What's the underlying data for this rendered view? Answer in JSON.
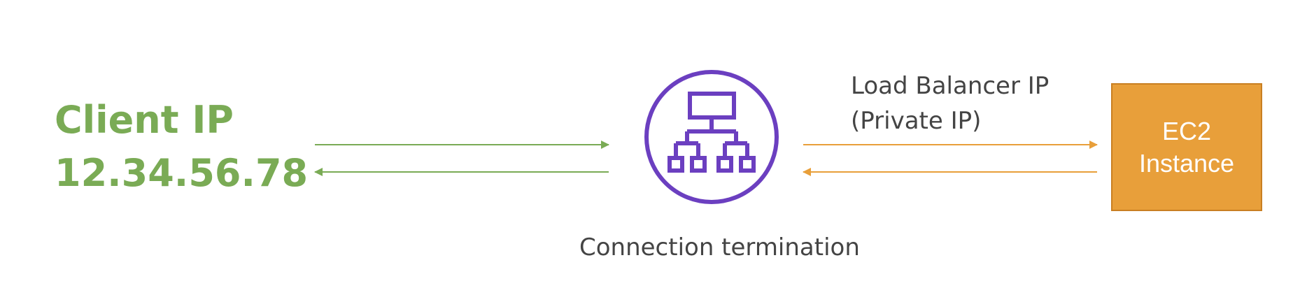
{
  "client": {
    "label": "Client IP",
    "ip": "12.34.56.78"
  },
  "load_balancer": {
    "label_line1": "Load Balancer IP",
    "label_line2": "(Private IP)",
    "icon": "load-balancer-icon",
    "caption": "Connection termination"
  },
  "ec2": {
    "line1": "EC2",
    "line2": "Instance"
  },
  "colors": {
    "client_green": "#7aab55",
    "arrow_green": "#7aab55",
    "arrow_orange": "#e89f3a",
    "lb_purple": "#6b3fc0",
    "ec2_orange": "#e89f3a",
    "text_gray": "#444444"
  }
}
